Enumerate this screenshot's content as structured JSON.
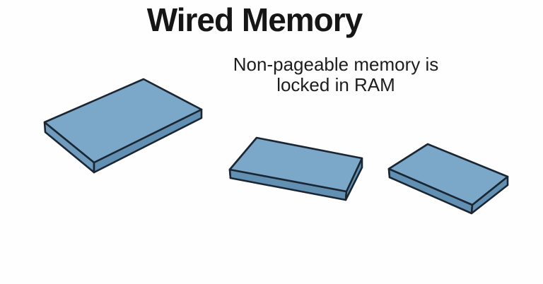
{
  "title": {
    "text": "Wired Memory"
  },
  "subtitle": {
    "line1": "Non-pageable memory is",
    "line2": "locked in RAM"
  },
  "diagram": {
    "blocks": [
      "memory-block-large",
      "memory-block-medium",
      "memory-block-small"
    ],
    "colors": {
      "top_face": "#7BA8C8",
      "side_face": "#6290B3",
      "side_face_light": "#6F9BBC",
      "outline": "#1B2633"
    }
  },
  "page": {
    "background": "#FEFEFE",
    "title_color": "#161616",
    "subtitle_color": "#1D1D1D"
  }
}
